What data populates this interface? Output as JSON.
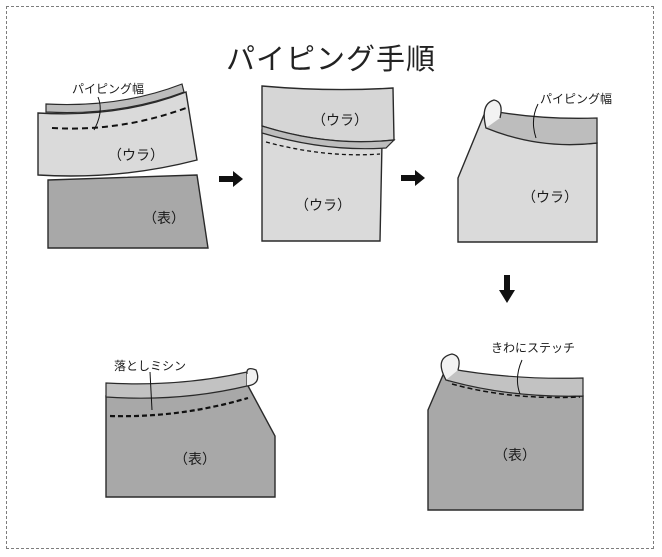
{
  "title": "パイピング手順",
  "labels": {
    "piping_width_1": "パイピング幅",
    "ura_1": "（ウラ）",
    "omote_1": "（表）",
    "ura_2a": "（ウラ）",
    "ura_2b": "（ウラ）",
    "piping_width_3": "パイピング幅",
    "ura_3": "（ウラ）",
    "otoshi_mishin": "落としミシン",
    "omote_4": "（表）",
    "kiwa_stitch": "きわにステッチ",
    "omote_5": "（表）"
  },
  "colors": {
    "fabric_front": "#a8a8a8",
    "fabric_back": "#dadada",
    "piping": "#bdbdbd",
    "outline": "#2a2a2a",
    "frame": "#7d7d7d"
  },
  "icons": {
    "arrow_right": "arrow-right-icon",
    "arrow_down": "arrow-down-icon"
  }
}
